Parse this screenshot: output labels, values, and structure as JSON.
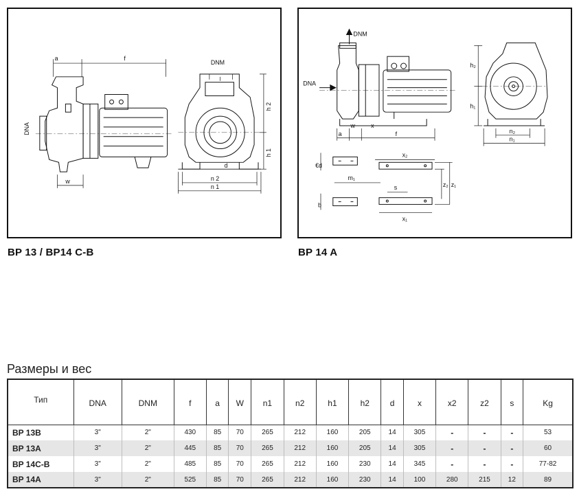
{
  "figures": {
    "left": {
      "caption": "BP 13 / BP14 C-B",
      "labels": {
        "a": "a",
        "f": "f",
        "dnm": "DNM",
        "dna": "DNA",
        "w": "w",
        "h1": "h 1",
        "h2": "h 2",
        "d": "d",
        "n1": "n 1",
        "n2": "n 2"
      }
    },
    "right": {
      "caption": "BP 14 A",
      "labels": {
        "dnm": "DNM",
        "dna": "DNA",
        "a": "a",
        "f": "f",
        "w": "w",
        "x": "x",
        "h1": "h₁",
        "h2": "h₂",
        "n1": "n₁",
        "n2": "n₂",
        "x1": "x₁",
        "x2": "x₂",
        "z1": "z₁",
        "z2": "z₂",
        "m1": "m₁",
        "s": "s",
        "b": "b",
        "b3": "€d"
      }
    }
  },
  "table": {
    "title": "Размеры и вес",
    "headers": [
      "Тип",
      "DNA",
      "DNM",
      "f",
      "a",
      "W",
      "n1",
      "n2",
      "h1",
      "h2",
      "d",
      "x",
      "x2",
      "z2",
      "s",
      "Kg"
    ],
    "rows": [
      [
        "BP 13B",
        "3\"",
        "2\"",
        "430",
        "85",
        "70",
        "265",
        "212",
        "160",
        "205",
        "14",
        "305",
        "-",
        "-",
        "-",
        "53"
      ],
      [
        "BP 13A",
        "3\"",
        "2\"",
        "445",
        "85",
        "70",
        "265",
        "212",
        "160",
        "205",
        "14",
        "305",
        "-",
        "-",
        "-",
        "60"
      ],
      [
        "BP 14C-B",
        "3\"",
        "2\"",
        "485",
        "85",
        "70",
        "265",
        "212",
        "160",
        "230",
        "14",
        "345",
        "-",
        "-",
        "-",
        "77-82"
      ],
      [
        "BP 14A",
        "3\"",
        "2\"",
        "525",
        "85",
        "70",
        "265",
        "212",
        "160",
        "230",
        "14",
        "100",
        "280",
        "215",
        "12",
        "89"
      ]
    ]
  }
}
